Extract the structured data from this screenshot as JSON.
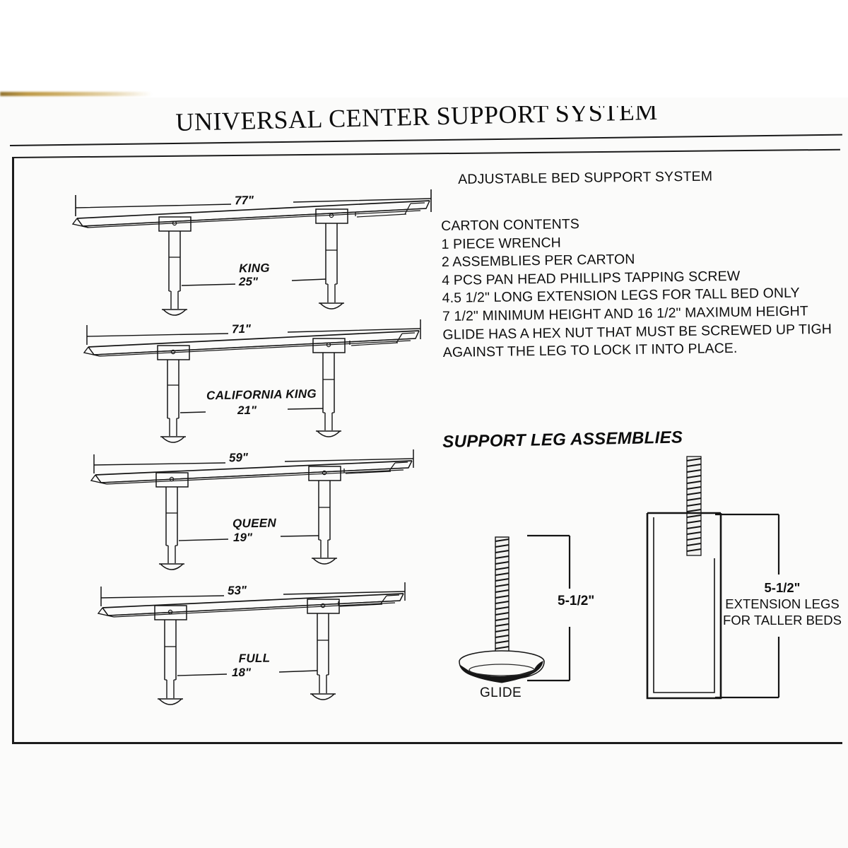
{
  "document": {
    "title": "UNIVERSAL CENTER SUPPORT SYSTEM",
    "subtitle": "ADJUSTABLE BED SUPPORT SYSTEM"
  },
  "carton_contents": {
    "heading": "CARTON CONTENTS",
    "lines": [
      "1 PIECE WRENCH",
      "2 ASSEMBLIES PER CARTON",
      "4 PCS PAN HEAD PHILLIPS TAPPING SCREW",
      "4.5 1/2\" LONG EXTENSION LEGS FOR TALL BED ONLY",
      "7 1/2\" MINIMUM HEIGHT AND 16 1/2\" MAXIMUM HEIGHT",
      "GLIDE HAS A HEX NUT THAT MUST BE SCREWED UP TIGH",
      "AGAINST THE LEG TO LOCK IT INTO PLACE."
    ]
  },
  "bed_sizes": [
    {
      "name": "KING",
      "rail_width": "77\"",
      "leg_spacing": "25\""
    },
    {
      "name": "CALIFORNIA KING",
      "rail_width": "71\"",
      "leg_spacing": "21\""
    },
    {
      "name": "QUEEN",
      "rail_width": "59\"",
      "leg_spacing": "19\""
    },
    {
      "name": "FULL",
      "rail_width": "53\"",
      "leg_spacing": "18\""
    }
  ],
  "support_leg_assemblies": {
    "heading": "SUPPORT LEG ASSEMBLIES",
    "glide": {
      "caption": "GLIDE",
      "dimension": "5-1/2\""
    },
    "extension_leg": {
      "dimension": "5-1/2\"",
      "caption_line1": "EXTENSION LEGS",
      "caption_line2": "FOR TALLER BEDS"
    }
  },
  "colors": {
    "ink": "#111111",
    "paper": "#fbfbfa",
    "page": "#ffffff",
    "scan_artifact": "#b9923a"
  }
}
